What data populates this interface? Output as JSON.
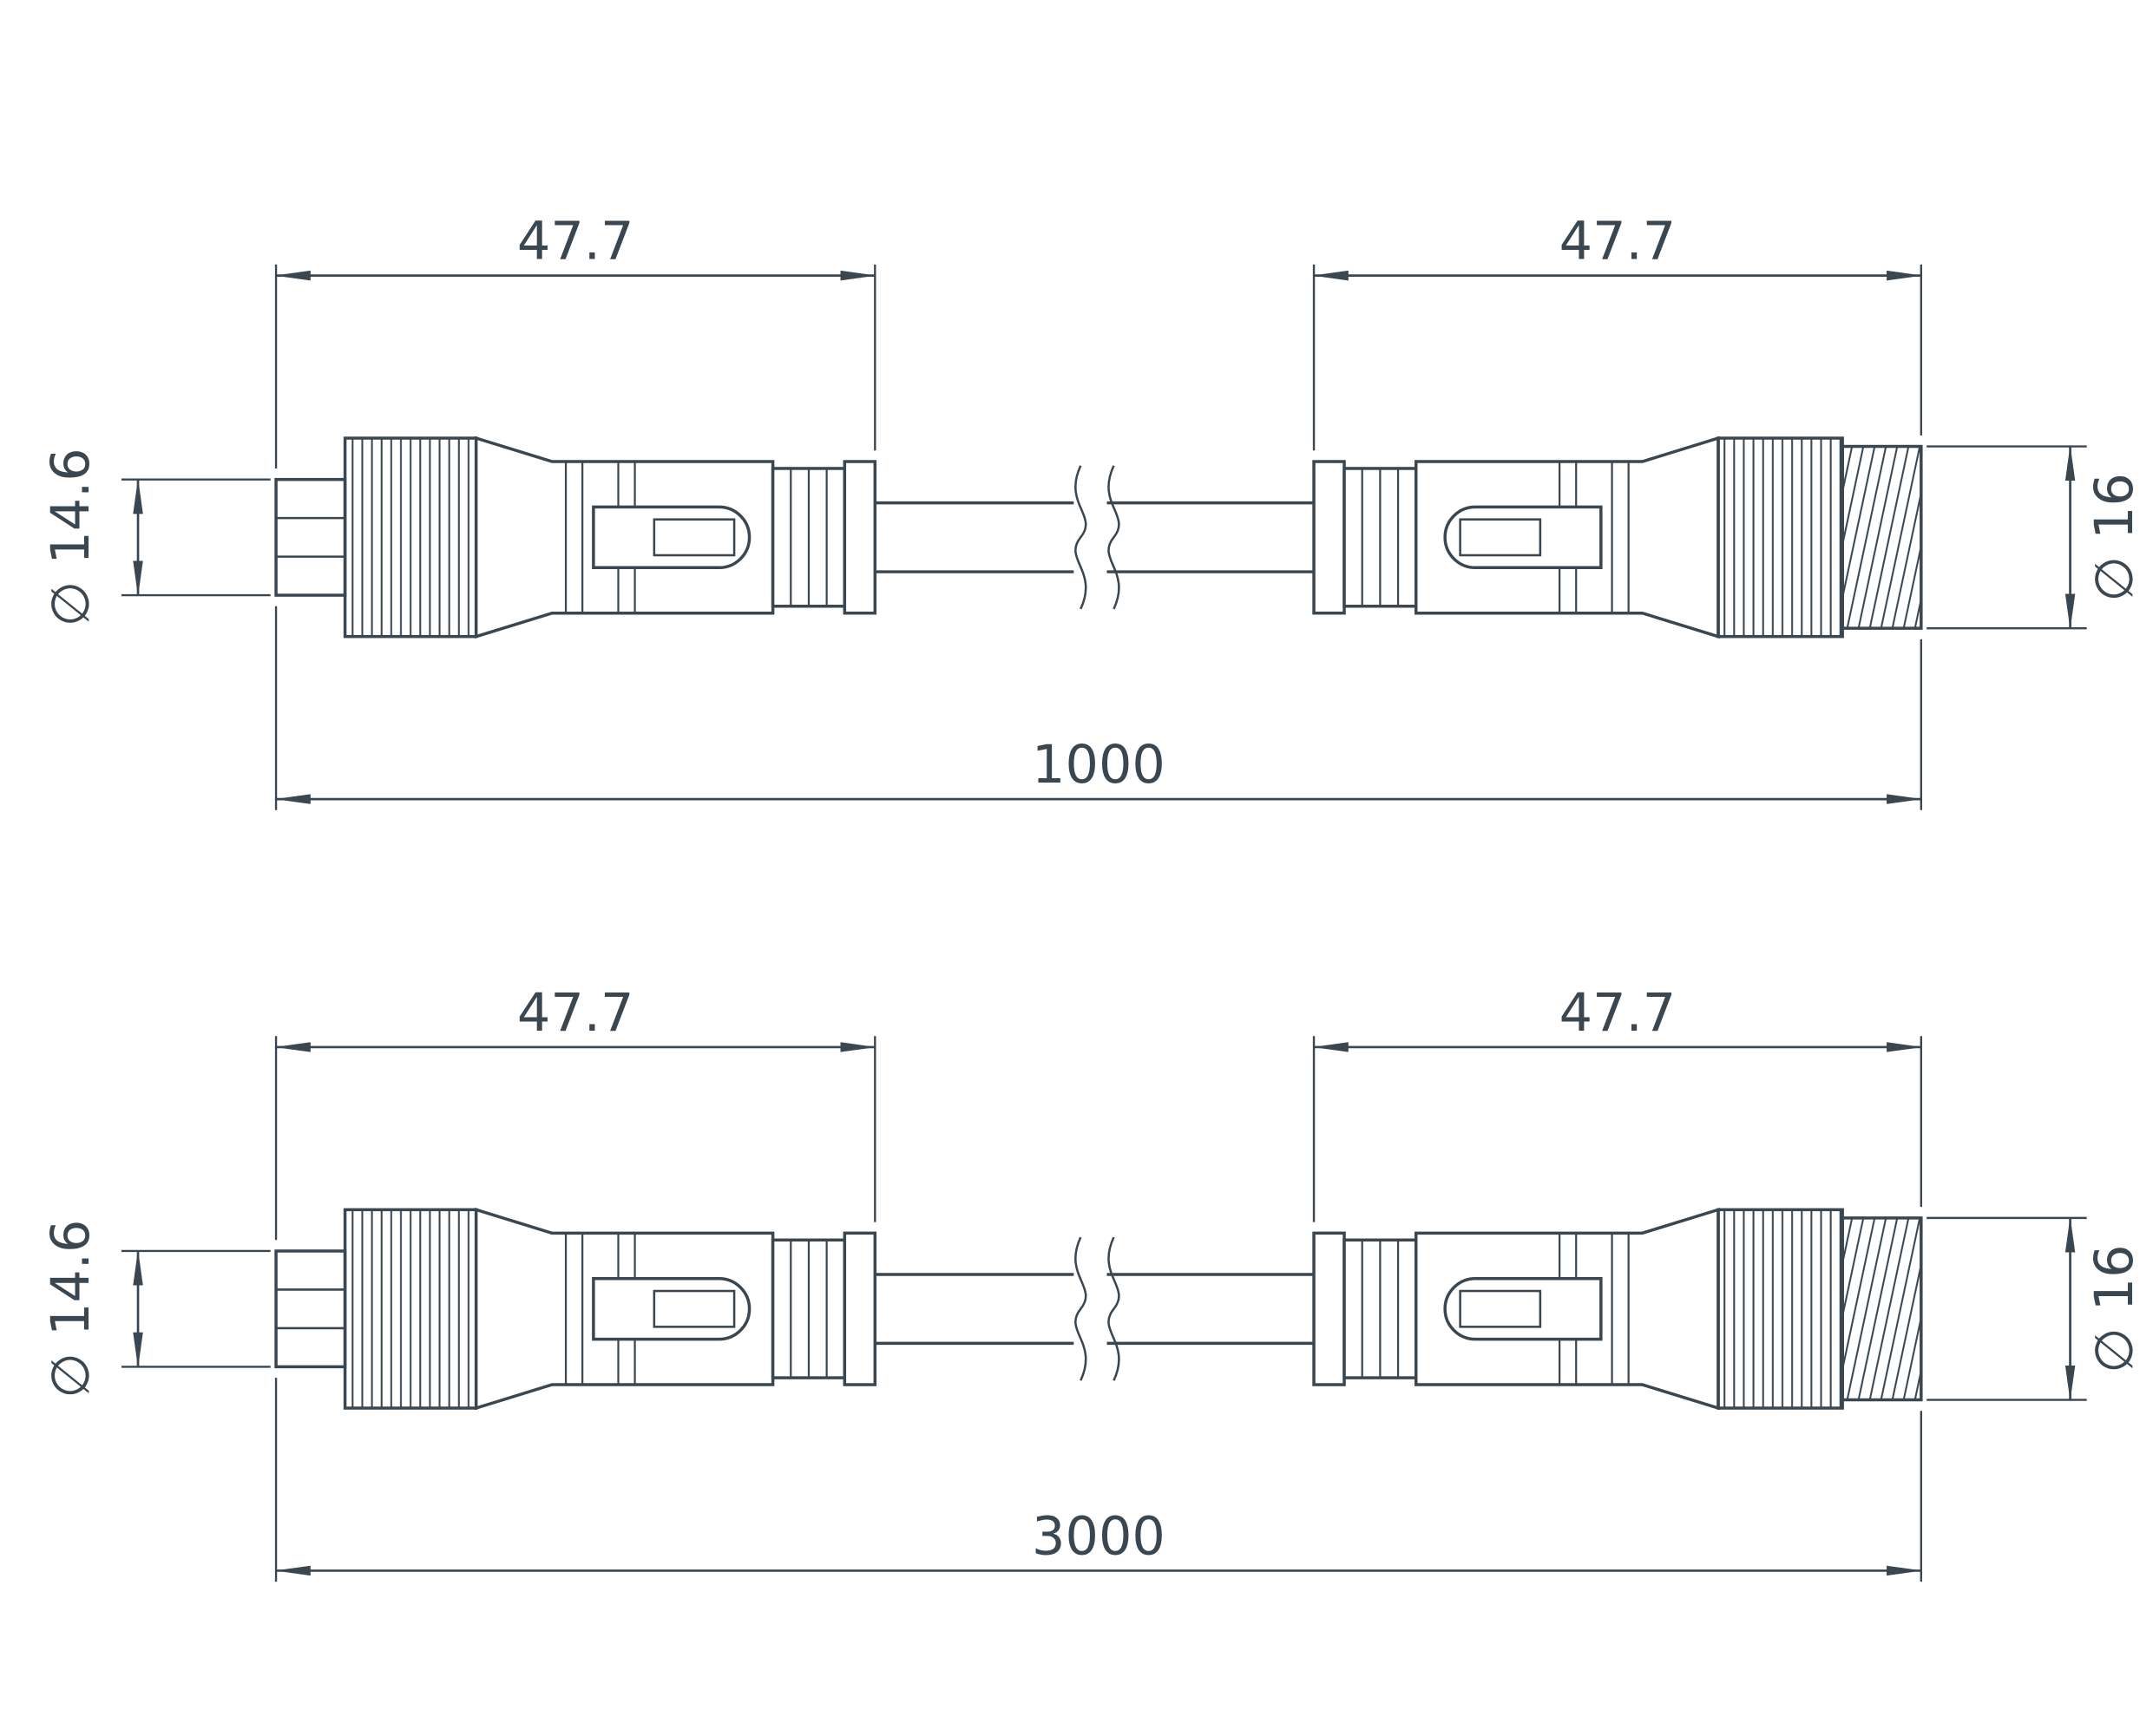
{
  "drawing": {
    "line_color": "#3a4750",
    "background": "#ffffff"
  },
  "figures": [
    {
      "id": "cable-length-1000",
      "dim_left": "47.7",
      "dim_right": "47.7",
      "dia_left": "∅ 14.6",
      "dia_right": "∅ 16",
      "total": "1000"
    },
    {
      "id": "cable-length-3000",
      "dim_left": "47.7",
      "dim_right": "47.7",
      "dia_left": "∅ 14.6",
      "dia_right": "∅ 16",
      "total": "3000"
    }
  ]
}
